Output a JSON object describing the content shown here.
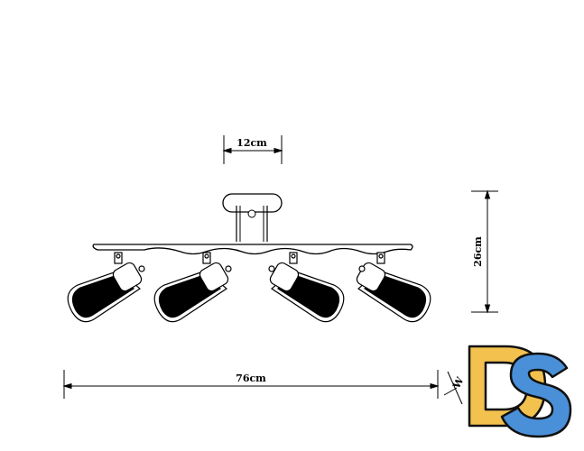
{
  "dimensions": {
    "canopy_width": "12cm",
    "height": "26cm",
    "total_length": "76cm",
    "side_label": "W"
  },
  "logo": {
    "text": "DS",
    "d_color": "#F2C14E",
    "s_color": "#4A90D9",
    "outline_color": "#111111"
  },
  "colors": {
    "line": "#000000",
    "shade_fill": "#000000",
    "background": "#ffffff"
  }
}
